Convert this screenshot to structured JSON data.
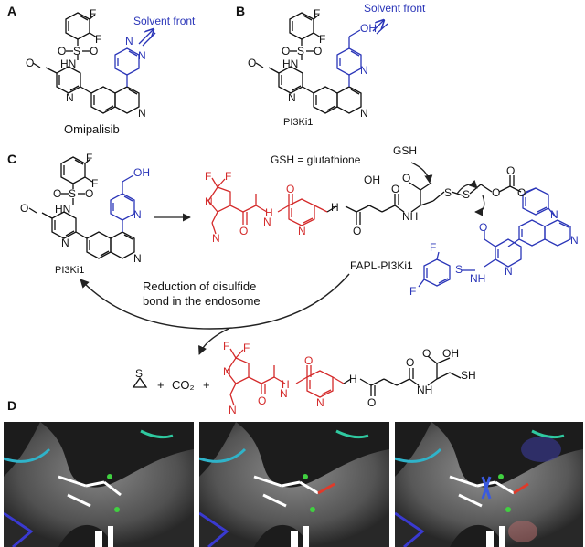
{
  "panels": {
    "a": "A",
    "b": "B",
    "c": "C",
    "d": "D"
  },
  "panelA": {
    "name": "Omipalisib",
    "annotation": "Solvent front"
  },
  "panelB": {
    "name": "PI3Ki1",
    "annotation": "Solvent front"
  },
  "panelC": {
    "left_name": "PI3Ki1",
    "gsh_definition": "GSH = glutathione",
    "gsh": "GSH",
    "conjugate_name": "FAPL-PI3Ki1",
    "reduction_text_line1": "Reduction of disulfide",
    "reduction_text_line2": "bond in the endosome",
    "byproduct_plus1": "+",
    "byproduct_co2": "CO₂",
    "byproduct_plus2": "+"
  },
  "atoms": {
    "F": "F",
    "O": "O",
    "S": "S",
    "N": "N",
    "HN": "HN",
    "NH": "NH",
    "OH": "OH",
    "SH": "SH",
    "CN": "N",
    "H": "H"
  },
  "colors": {
    "payload": "#2a35b8",
    "fap_ligand": "#d42a2a",
    "linker": "#111111",
    "render_bg": "#1c1c1c"
  }
}
